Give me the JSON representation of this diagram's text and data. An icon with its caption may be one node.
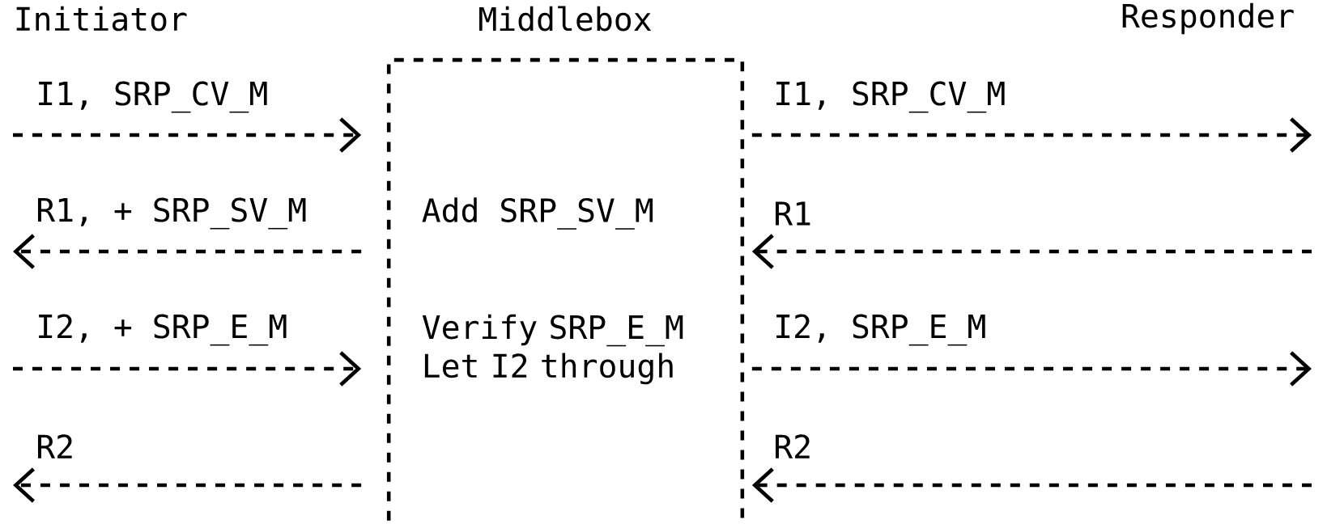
{
  "diagram": {
    "nodes": [
      {
        "text": [
          "Initiator"
        ]
      },
      {
        "text": [
          "Middlebox",
          "Add SRP_SV_M",
          "Verify SRP_E_M Let I2 through"
        ]
      },
      {
        "text": [
          "Responder"
        ]
      }
    ],
    "edges": [
      {
        "from": 0,
        "to": 1,
        "arrow": "to",
        "label": "I1, SRP_CV_M"
      },
      {
        "from": 1,
        "to": 2,
        "arrow": "to",
        "label": "I1, SRP_CV_M"
      },
      {
        "from": 1,
        "to": null,
        "arrow": "to",
        "label": "R1, + SRP_SV_M"
      },
      {
        "from": null,
        "to": 1,
        "arrow": "to",
        "label": "R1"
      },
      {
        "from": null,
        "to": 1,
        "arrow": "to",
        "label": "I2, + SRP_E_M"
      },
      {
        "from": 1,
        "to": null,
        "arrow": "to",
        "label": "I2, SRP_E_M"
      },
      {
        "from": 1,
        "to": null,
        "arrow": "to",
        "label": "R2"
      },
      {
        "from": null,
        "to": 1,
        "arrow": "to",
        "label": "R2"
      }
    ]
  }
}
